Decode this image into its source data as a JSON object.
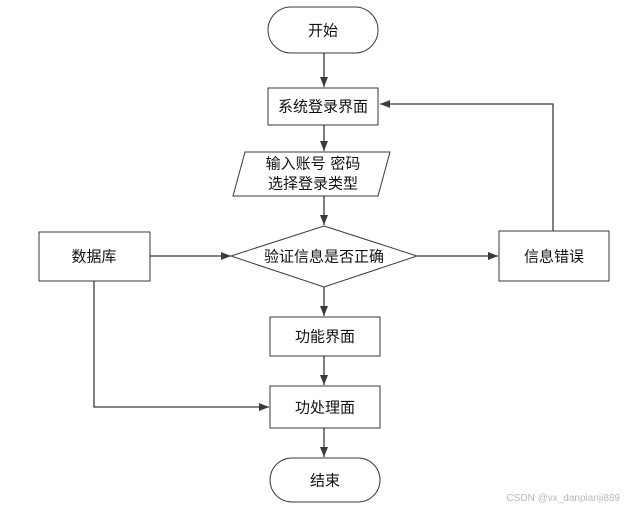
{
  "nodes": {
    "start": {
      "text": "开始"
    },
    "login_ui": {
      "text": "系统登录界面"
    },
    "input": {
      "line1": "输入账号 密码",
      "line2": "选择登录类型"
    },
    "verify": {
      "text": "验证信息是否正确"
    },
    "database": {
      "text": "数据库"
    },
    "info_error": {
      "text": "信息错误"
    },
    "function_ui": {
      "text": "功能界面"
    },
    "process_ui": {
      "text": "功处理面"
    },
    "end": {
      "text": "结束"
    }
  },
  "watermark": "CSDN @vx_danpianji889"
}
